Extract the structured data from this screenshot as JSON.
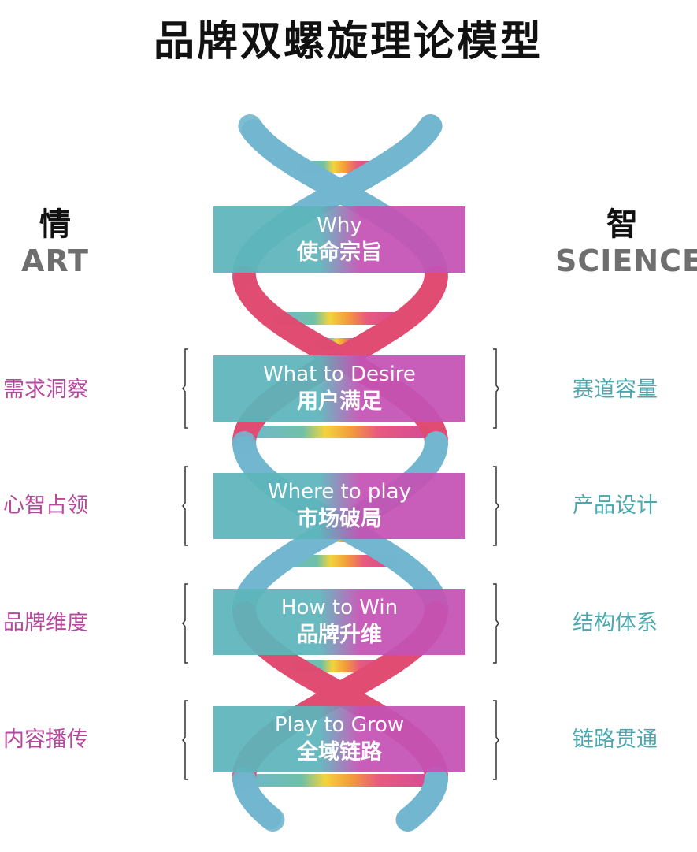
{
  "title": "品牌双螺旋理论模型",
  "left_header": {
    "zh": "情",
    "en": "ART"
  },
  "right_header": {
    "zh": "智",
    "en": "SCIENCE"
  },
  "stages": [
    {
      "en": "Why",
      "zh": "使命宗旨"
    },
    {
      "en": "What to Desire",
      "zh": "用户满足",
      "left": "需求洞察",
      "right": "赛道容量"
    },
    {
      "en": "Where to play",
      "zh": "市场破局",
      "left": "心智占领",
      "right": "产品设计"
    },
    {
      "en": "How to Win",
      "zh": "品牌升维",
      "left": "品牌维度",
      "right": "结构体系"
    },
    {
      "en": "Play to Grow",
      "zh": "全域链路",
      "left": "内容播传",
      "right": "链路贯通"
    }
  ],
  "colors": {
    "teal": "#5cb5bb",
    "magenta": "#c452b4",
    "strand_pink": "#e04c72",
    "strand_blue": "#72b6cf",
    "left_text": "#b8479e",
    "right_text": "#4aa8ae"
  }
}
